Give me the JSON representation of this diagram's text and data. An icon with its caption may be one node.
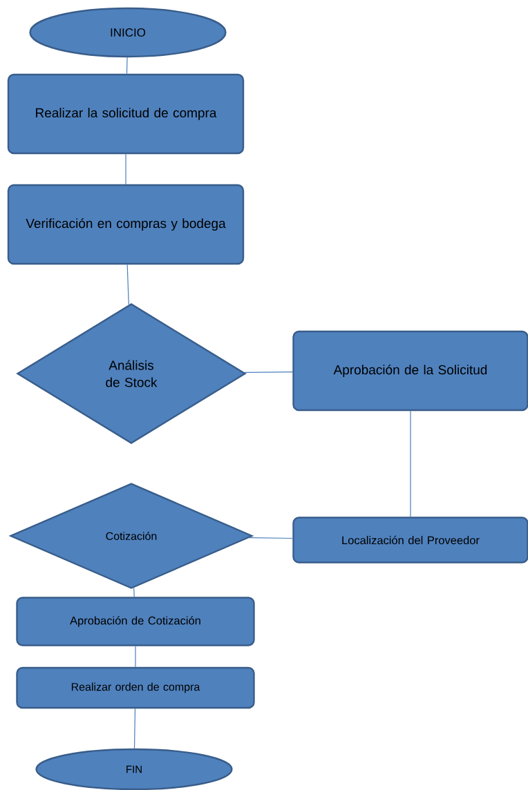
{
  "diagram": {
    "nodes": [
      {
        "text": [
          "INICIO"
        ]
      },
      {
        "text": [
          "Realizar la solicitud de compra"
        ]
      },
      {
        "text": [
          "Verificación en compras y bodega"
        ]
      },
      {
        "text": [
          "Análisis de Stock"
        ]
      },
      {
        "text": [
          "Aprobación de la Solicitud"
        ]
      },
      {
        "text": [
          "Localización del Proveedor"
        ]
      },
      {
        "text": [
          "Cotización"
        ]
      },
      {
        "text": [
          "Aprobación de Cotización"
        ]
      },
      {
        "text": [
          "Realizar orden de compra"
        ]
      },
      {
        "text": [
          "FIN"
        ]
      }
    ],
    "edges": [
      {
        "from": 0,
        "to": 1,
        "arrow": "none"
      },
      {
        "from": 1,
        "to": 2,
        "arrow": "none"
      },
      {
        "from": 2,
        "to": 3,
        "arrow": "none"
      },
      {
        "from": 3,
        "to": 4,
        "arrow": "none"
      },
      {
        "from": 4,
        "to": 5,
        "arrow": "none"
      },
      {
        "from": 5,
        "to": 6,
        "arrow": "none"
      },
      {
        "from": 6,
        "to": 7,
        "arrow": "none"
      },
      {
        "from": 7,
        "to": 8,
        "arrow": "none"
      },
      {
        "from": 8,
        "to": 9,
        "arrow": "none"
      }
    ]
  }
}
